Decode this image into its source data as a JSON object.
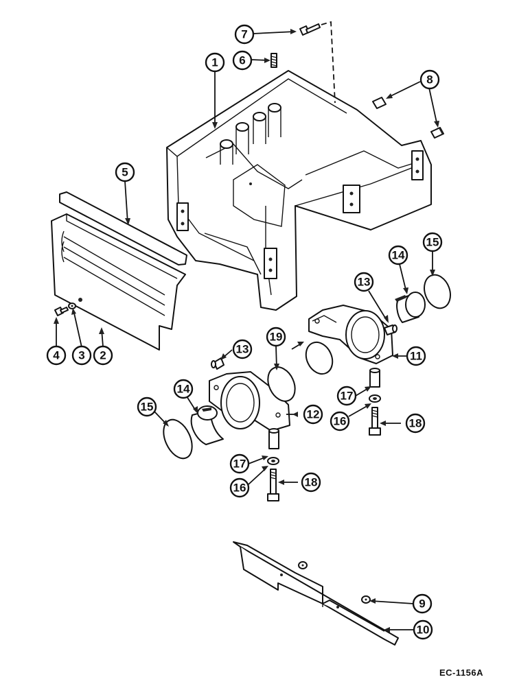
{
  "diagram": {
    "reference_code": "EC-1156A",
    "callouts": [
      {
        "id": "c1",
        "label": "1"
      },
      {
        "id": "c2",
        "label": "2"
      },
      {
        "id": "c3",
        "label": "3"
      },
      {
        "id": "c4",
        "label": "4"
      },
      {
        "id": "c5",
        "label": "5"
      },
      {
        "id": "c6",
        "label": "6"
      },
      {
        "id": "c7",
        "label": "7"
      },
      {
        "id": "c8",
        "label": "8"
      },
      {
        "id": "c9",
        "label": "9"
      },
      {
        "id": "c10",
        "label": "10"
      },
      {
        "id": "c11",
        "label": "11"
      },
      {
        "id": "c12",
        "label": "12"
      },
      {
        "id": "c13a",
        "label": "13"
      },
      {
        "id": "c13b",
        "label": "13"
      },
      {
        "id": "c14a",
        "label": "14"
      },
      {
        "id": "c14b",
        "label": "14"
      },
      {
        "id": "c15a",
        "label": "15"
      },
      {
        "id": "c15b",
        "label": "15"
      },
      {
        "id": "c16a",
        "label": "16"
      },
      {
        "id": "c16b",
        "label": "16"
      },
      {
        "id": "c17a",
        "label": "17"
      },
      {
        "id": "c17b",
        "label": "17"
      },
      {
        "id": "c18a",
        "label": "18"
      },
      {
        "id": "c18b",
        "label": "18"
      },
      {
        "id": "c19",
        "label": "19"
      }
    ]
  }
}
